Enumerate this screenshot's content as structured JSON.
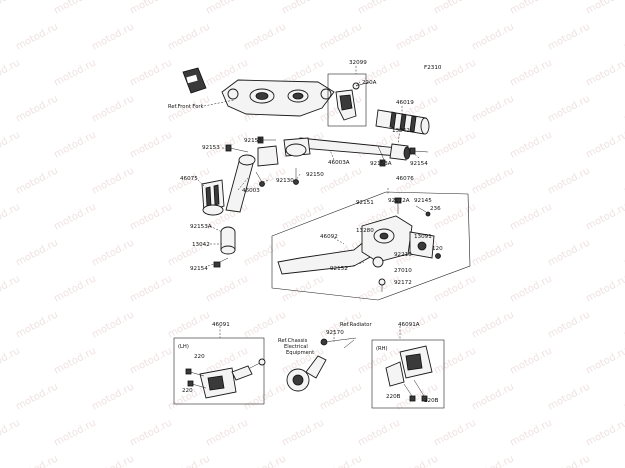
{
  "diagram_code": "F2310",
  "watermark": "motod.ru",
  "labels": {
    "p32099": "32099",
    "p220a_top": "220A",
    "p46019": "46019",
    "p13042_r": "13042",
    "p92153_r": "92153A",
    "p92154_r": "92154",
    "p46003a": "46003A",
    "p92153_top": "92153",
    "p92153_l": "92153",
    "p92150": "92150",
    "p92130": "92130",
    "p46075": "46075",
    "p46003": "46003",
    "p92153a_l": "92153A",
    "p13042_l": "13042",
    "p92154_l": "92154",
    "p46076": "46076",
    "p92151": "92151",
    "p92172a": "92172A",
    "p92145": "92145",
    "p236": "236",
    "p13280": "13280",
    "p13091": "13091",
    "p46092": "46092",
    "p92210": "92210",
    "p120": "120",
    "p92152": "92152",
    "p27010": "27010",
    "p92172": "92172",
    "p46091": "46091",
    "p220_a": "220",
    "p220_b": "220",
    "p92170": "92170",
    "p46091a": "46091A",
    "p220b_a": "220B",
    "p220b_b": "220B"
  },
  "references": {
    "front_fork": "Ref.Front Fork",
    "radiator": "Ref.Radiator",
    "chassis_line1": "Ref.Chassis",
    "chassis_line2": "Electrical",
    "chassis_line3": "Equipment",
    "lh": "(LH)",
    "rh": "(RH)"
  }
}
